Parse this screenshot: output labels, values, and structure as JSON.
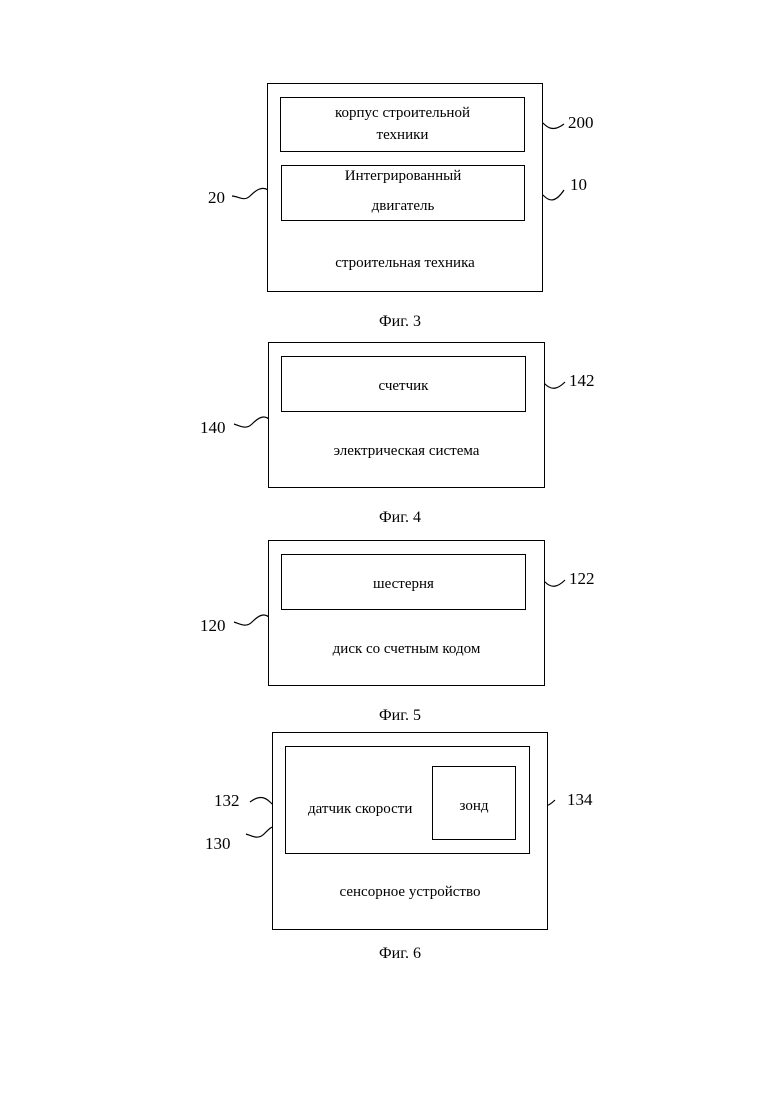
{
  "fig3": {
    "outer_label": "строительная техника",
    "inner_top_label": "корпус строительной техники",
    "inner_top_line1": "корпус строительной",
    "inner_top_line2": "техники",
    "inner_bottom_line1": "Интегрированный",
    "inner_bottom_line2": "двигатель",
    "refs": {
      "outer": "20",
      "inner_top": "200",
      "inner_bottom": "10"
    },
    "caption": "Фиг. 3"
  },
  "fig4": {
    "outer_label": "электрическая система",
    "inner_label": "счетчик",
    "refs": {
      "outer": "140",
      "inner": "142"
    },
    "caption": "Фиг. 4"
  },
  "fig5": {
    "outer_label": "диск со счетным кодом",
    "inner_label": "шестерня",
    "refs": {
      "outer": "120",
      "inner": "122"
    },
    "caption": "Фиг. 5"
  },
  "fig6": {
    "outer_label": "сенсорное устройство",
    "middle_label": "датчик скорости",
    "inner_label": "зонд",
    "refs": {
      "middle": "132",
      "outer": "130",
      "inner": "134"
    },
    "caption": "Фиг. 6"
  }
}
